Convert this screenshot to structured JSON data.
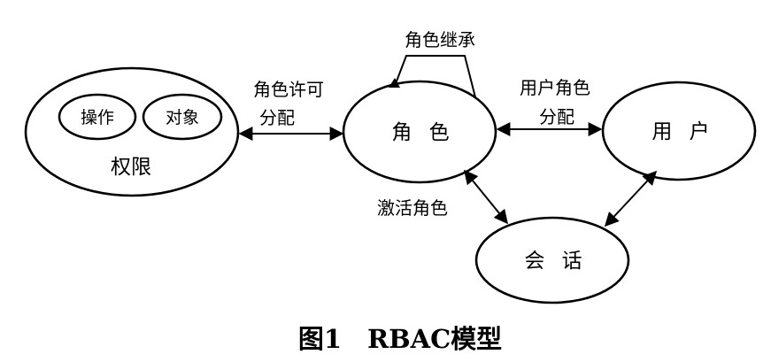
{
  "diagram": {
    "nodes": {
      "permission": "权限",
      "operation": "操作",
      "object": "对象",
      "role": "角 色",
      "user": "用 户",
      "session": "会 话"
    },
    "edges": {
      "role_inheritance": "角色继承",
      "permission_assign_line1": "角色许可",
      "permission_assign_line2": "分配",
      "user_assign_line1": "用户角色",
      "user_assign_line2": "分配",
      "activate_role": "激活角色"
    },
    "caption": "图1　RBAC模型"
  }
}
